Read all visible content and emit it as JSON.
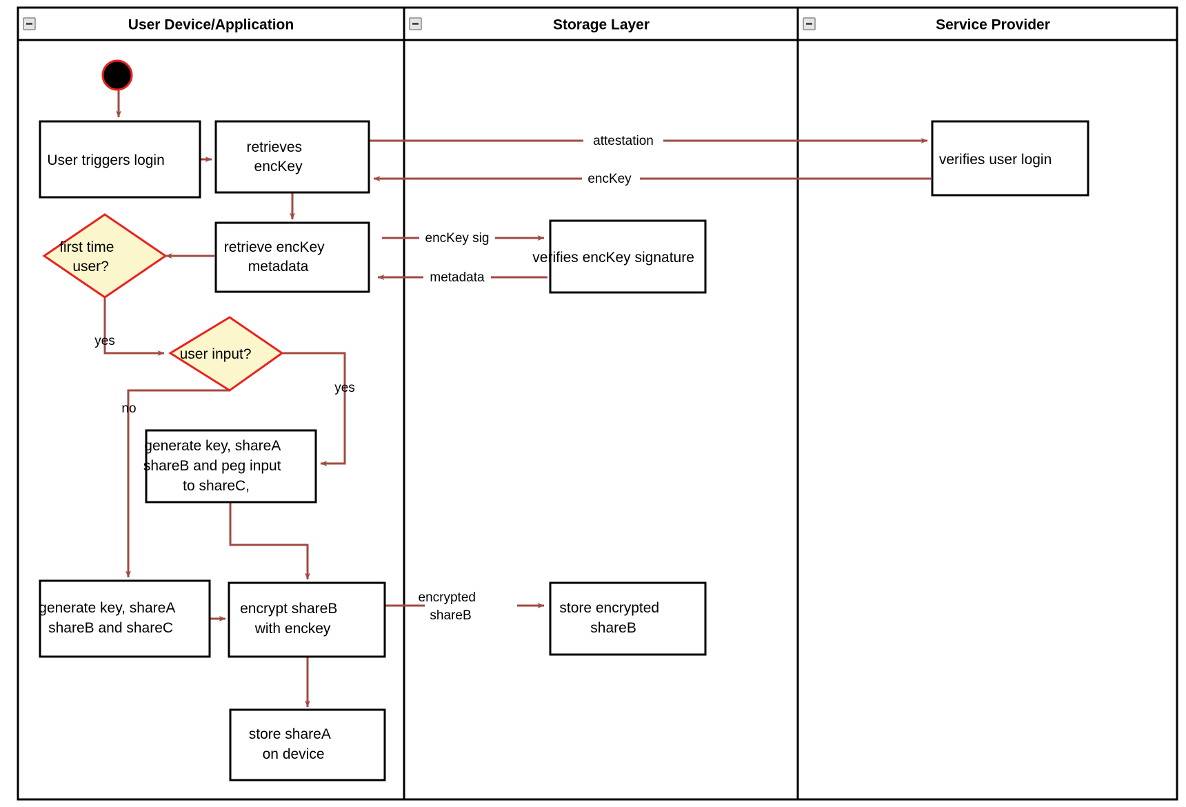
{
  "diagram": {
    "type": "uml-activity-swimlane",
    "title": "Login / key-share provisioning flow",
    "colors": {
      "edge": "#a04a42",
      "decision_fill": "#fbf6cc",
      "decision_stroke": "#e8231f",
      "node_fill": "#ffffff",
      "node_stroke": "#000000",
      "start_fill": "#000000",
      "start_stroke": "#e8231f"
    }
  },
  "lanes": [
    {
      "id": "user-device",
      "label": "User Device/Application",
      "collapse_icon": "minus-box-icon"
    },
    {
      "id": "storage-layer",
      "label": "Storage Layer",
      "collapse_icon": "minus-box-icon"
    },
    {
      "id": "service-provider",
      "label": "Service Provider",
      "collapse_icon": "minus-box-icon"
    }
  ],
  "nodes": [
    {
      "id": "start",
      "lane": "user-device",
      "shape": "initial-node",
      "label": ""
    },
    {
      "id": "user-triggers-login",
      "lane": "user-device",
      "shape": "rect",
      "label": "User triggers login",
      "lines": [
        "User triggers login"
      ]
    },
    {
      "id": "retrieves-enckey",
      "lane": "user-device",
      "shape": "rect",
      "label": "retrieves encKey",
      "lines": [
        "retrieves",
        "encKey"
      ]
    },
    {
      "id": "retrieve-enckey-metadata",
      "lane": "user-device",
      "shape": "rect",
      "label": "retrieve encKey metadata",
      "lines": [
        "retrieve encKey",
        "metadata"
      ]
    },
    {
      "id": "first-time-user",
      "lane": "user-device",
      "shape": "diamond",
      "label": "first time user?",
      "lines": [
        "first time",
        "user?"
      ]
    },
    {
      "id": "user-input",
      "lane": "user-device",
      "shape": "diamond",
      "label": "user input?",
      "lines": [
        "user input?"
      ]
    },
    {
      "id": "generate-peg",
      "lane": "user-device",
      "shape": "rect",
      "label": "generate key, shareA shareB and peg input to shareC,",
      "lines": [
        "generate key, shareA",
        "shareB and peg input",
        "to shareC,"
      ]
    },
    {
      "id": "generate-abc",
      "lane": "user-device",
      "shape": "rect",
      "label": "generate key, shareA shareB and shareC",
      "lines": [
        "generate key, shareA",
        "shareB and shareC"
      ]
    },
    {
      "id": "encrypt-shareb",
      "lane": "user-device",
      "shape": "rect",
      "label": "encrypt shareB with enckey",
      "lines": [
        "encrypt shareB",
        "with enckey"
      ]
    },
    {
      "id": "store-sharea",
      "lane": "user-device",
      "shape": "rect",
      "label": "store shareA on device",
      "lines": [
        "store shareA",
        "on device"
      ]
    },
    {
      "id": "verifies-enckey-signature",
      "lane": "storage-layer",
      "shape": "rect",
      "label": "verifies encKey signature",
      "lines": [
        "verifies encKey signature"
      ]
    },
    {
      "id": "store-encrypted-shareb",
      "lane": "storage-layer",
      "shape": "rect",
      "label": "store encrypted shareB",
      "lines": [
        "store encrypted",
        "shareB"
      ]
    },
    {
      "id": "verifies-user-login",
      "lane": "service-provider",
      "shape": "rect",
      "label": "verifies user login",
      "lines": [
        "verifies user login"
      ]
    }
  ],
  "edges": [
    {
      "id": "e-start-login",
      "from": "start",
      "to": "user-triggers-login",
      "label": ""
    },
    {
      "id": "e-login-retrieves",
      "from": "user-triggers-login",
      "to": "retrieves-enckey",
      "label": ""
    },
    {
      "id": "e-attestation",
      "from": "retrieves-enckey",
      "to": "verifies-user-login",
      "label": "attestation"
    },
    {
      "id": "e-enckey-back",
      "from": "verifies-user-login",
      "to": "retrieves-enckey",
      "label": "encKey"
    },
    {
      "id": "e-retrieves-metadata",
      "from": "retrieves-enckey",
      "to": "retrieve-enckey-metadata",
      "label": ""
    },
    {
      "id": "e-enckey-sig",
      "from": "retrieve-enckey-metadata",
      "to": "verifies-enckey-signature",
      "label": "encKey sig"
    },
    {
      "id": "e-metadata-back",
      "from": "verifies-enckey-signature",
      "to": "retrieve-enckey-metadata",
      "label": "metadata"
    },
    {
      "id": "e-metadata-firsttime",
      "from": "retrieve-enckey-metadata",
      "to": "first-time-user",
      "label": ""
    },
    {
      "id": "e-firsttime-yes",
      "from": "first-time-user",
      "to": "user-input",
      "label": "yes"
    },
    {
      "id": "e-userinput-yes",
      "from": "user-input",
      "to": "generate-peg",
      "label": "yes"
    },
    {
      "id": "e-userinput-no",
      "from": "user-input",
      "to": "generate-abc",
      "label": "no"
    },
    {
      "id": "e-peg-encrypt",
      "from": "generate-peg",
      "to": "encrypt-shareb",
      "label": ""
    },
    {
      "id": "e-abc-encrypt",
      "from": "generate-abc",
      "to": "encrypt-shareb",
      "label": ""
    },
    {
      "id": "e-encrypted-shareb",
      "from": "encrypt-shareb",
      "to": "store-encrypted-shareb",
      "label": "encrypted shareB",
      "lines": [
        "encrypted",
        "shareB"
      ]
    },
    {
      "id": "e-encrypt-store-sharea",
      "from": "encrypt-shareb",
      "to": "store-sharea",
      "label": ""
    }
  ]
}
